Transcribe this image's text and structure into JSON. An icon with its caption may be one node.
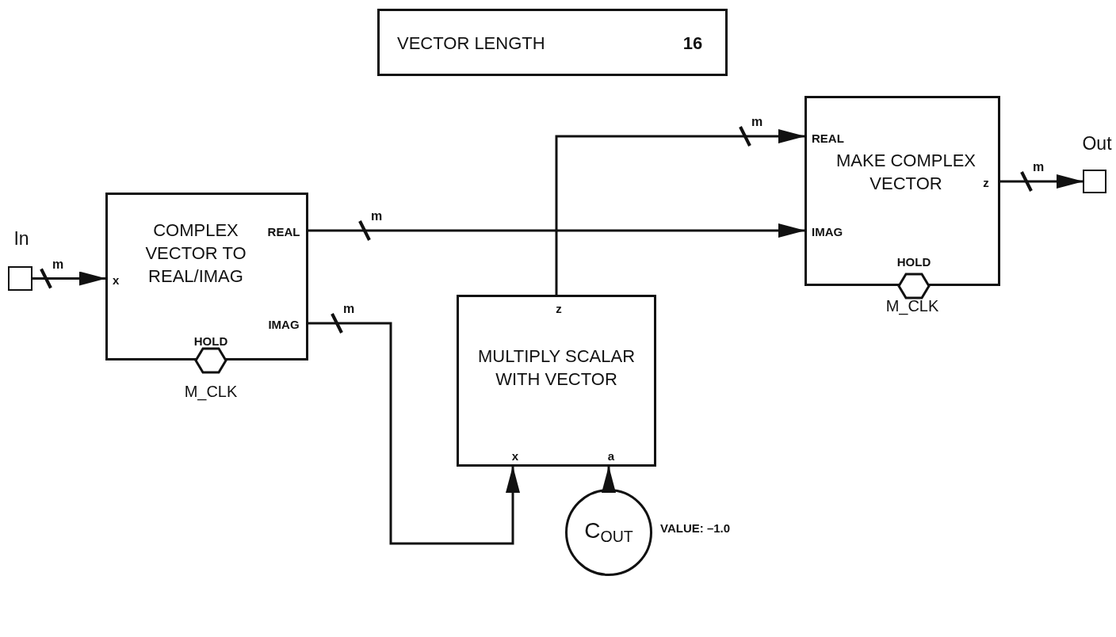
{
  "diagram": {
    "nodes": [
      {
        "text": [
          "VECTOR LENGTH",
          "16"
        ]
      },
      {
        "text": [
          "In"
        ]
      },
      {
        "text": [
          "COMPLEX VECTOR TO REAL/IMAG",
          "x",
          "REAL",
          "IMAG",
          "HOLD"
        ],
        "beside": [
          "M_CLK"
        ]
      },
      {
        "text": [
          "z",
          "MULTIPLY SCALAR WITH VECTOR",
          "x",
          "a"
        ]
      },
      {
        "text": [
          "REAL",
          "MAKE COMPLEX VECTOR",
          "IMAG",
          "z",
          "HOLD"
        ],
        "beside": [
          "M_CLK"
        ]
      },
      {
        "text": [
          "Out"
        ]
      },
      {
        "text": [
          "C$_{OUT}$"
        ],
        "beside": [
          "VALUE: –1.0"
        ]
      }
    ],
    "edges": [
      {
        "from": 1,
        "to": 2,
        "arrow": "to",
        "label": "m"
      },
      {
        "from": 2,
        "to": 4,
        "arrow": "to",
        "label": "m"
      },
      {
        "from": 2,
        "to": 3,
        "arrow": "to",
        "label": "m"
      },
      {
        "from": 3,
        "to": 4,
        "arrow": "to",
        "label": "m"
      },
      {
        "from": 6,
        "to": 3,
        "arrow": "to"
      },
      {
        "from": 4,
        "to": 5,
        "arrow": "to",
        "label": "m"
      }
    ]
  }
}
